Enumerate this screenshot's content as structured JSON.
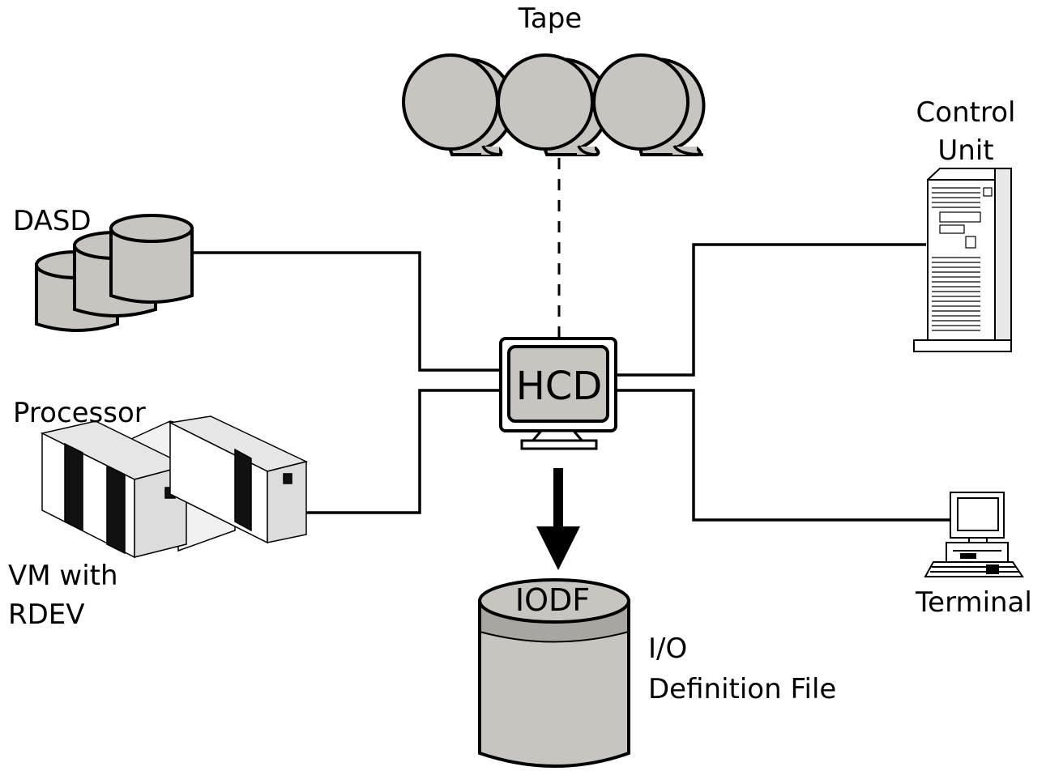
{
  "labels": {
    "tape": "Tape",
    "control_unit_line1": "Control",
    "control_unit_line2": "Unit",
    "dasd": "DASD",
    "processor": "Processor",
    "vm_line1": "VM with",
    "vm_line2": "RDEV",
    "hcd": "HCD",
    "iodf": "IODF",
    "iodf_desc_line1": "I/O",
    "iodf_desc_line2": "Definition File",
    "terminal": "Terminal"
  },
  "colors": {
    "device_fill": "#c8c4bf",
    "device_fill_dark": "#a9a5a0",
    "line": "#000000",
    "background": "#ffffff"
  },
  "connections": [
    {
      "from": "HCD",
      "to": "Tape",
      "style": "dashed"
    },
    {
      "from": "HCD",
      "to": "DASD",
      "style": "solid"
    },
    {
      "from": "HCD",
      "to": "Processor",
      "style": "solid"
    },
    {
      "from": "HCD",
      "to": "Control Unit",
      "style": "solid"
    },
    {
      "from": "HCD",
      "to": "Terminal",
      "style": "solid"
    },
    {
      "from": "HCD",
      "to": "IODF",
      "style": "arrow"
    }
  ]
}
